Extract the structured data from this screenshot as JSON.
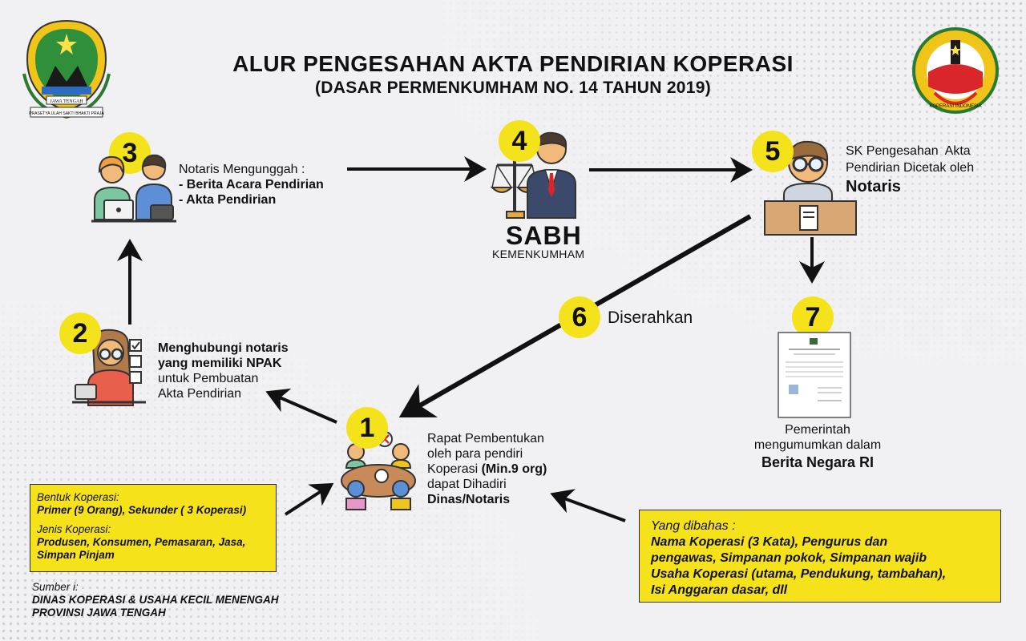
{
  "header": {
    "title": "ALUR PENGESAHAN AKTA PENDIRIAN KOPERASI",
    "subtitle": "(DASAR PERMENKUMHAM NO. 14 TAHUN 2019)"
  },
  "logos": {
    "left_banner": "JAWA TENGAH",
    "left_ribbon": "PRASETYA ULAH SAKTI BHAKTI PRAJA",
    "right_ring": "KOPERASI INDONESIA"
  },
  "steps": {
    "s1": {
      "num": "1",
      "lines": [
        "Rapat Pembentukan",
        "oleh para pendiri",
        "Koperasi ",
        "(Min.9 org)",
        "dapat Dihadiri",
        "Dinas/Notaris"
      ]
    },
    "s2": {
      "num": "2",
      "bold1": "Menghubungi notaris",
      "bold2": "yang memiliki NPAK",
      "line3": "untuk Pembuatan",
      "line4": "Akta Pendirian"
    },
    "s3": {
      "num": "3",
      "line1": "Notaris Mengunggah :",
      "bold1": "- Berita Acara Pendirian",
      "bold2": "- Akta Pendirian"
    },
    "s4": {
      "num": "4",
      "big": "SABH",
      "small": "KEMENKUMHAM"
    },
    "s5": {
      "num": "5",
      "line1": "SK Pengesahan  Akta",
      "line2": "Pendirian Dicetak oleh",
      "bold": "Notaris"
    },
    "s6": {
      "num": "6",
      "label": "Diserahkan"
    },
    "s7": {
      "num": "7",
      "line1": "Pemerintah",
      "line2": "mengumumkan dalam",
      "bold": "Berita Negara RI"
    }
  },
  "left_box": {
    "h1": "Bentuk Koperasi:",
    "b1": "Primer (9 Orang), Sekunder ( 3 Koperasi)",
    "h2": "Jenis Koperasi:",
    "b2a": "Produsen, Konsumen, Pemasaran, Jasa,",
    "b2b": "Simpan Pinjam"
  },
  "right_box": {
    "h": "Yang dibahas :",
    "l1": "Nama Koperasi (3 Kata), Pengurus dan",
    "l2": "pengawas, Simpanan pokok, Simpanan wajib",
    "l3": "Usaha Koperasi (utama, Pendukung, tambahan),",
    "l4": "Isi Anggaran dasar, dll"
  },
  "source": {
    "label": "Sumber i:",
    "line1": "DINAS KOPERASI & USAHA KECIL MENENGAH",
    "line2": "PROVINSI JAWA TENGAH"
  },
  "colors": {
    "accent_yellow": "#f4e31a",
    "box_yellow": "#f6e21b",
    "arrow": "#111111"
  }
}
